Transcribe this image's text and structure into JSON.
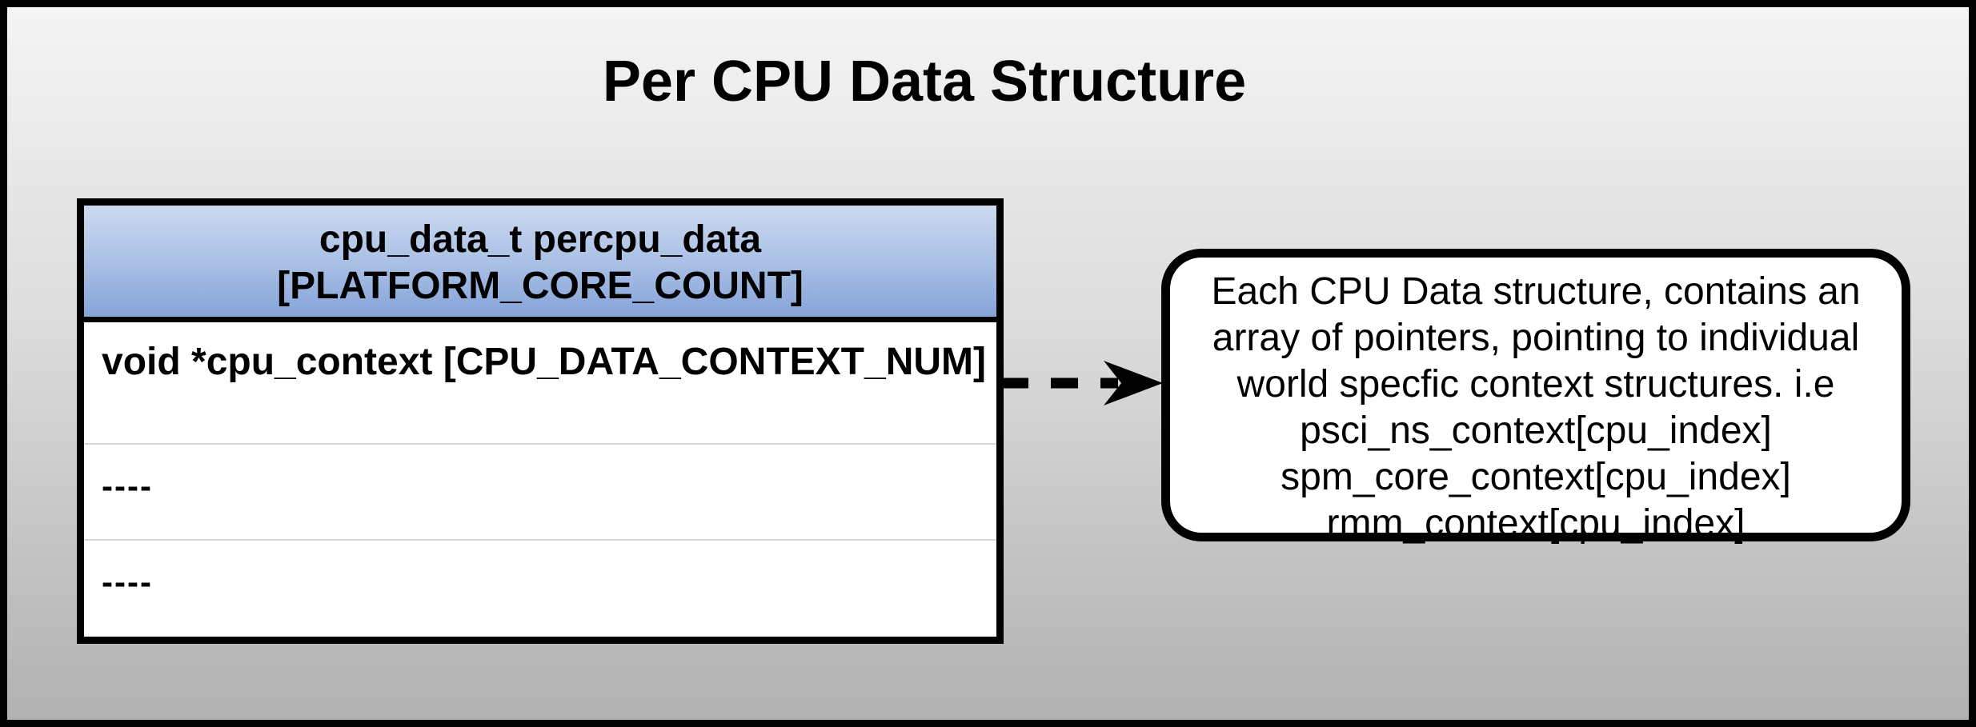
{
  "title": "Per CPU Data Structure",
  "table": {
    "header": {
      "line1": "cpu_data_t percpu_data",
      "line2": "[PLATFORM_CORE_COUNT]"
    },
    "rows": [
      {
        "label": "void *cpu_context [CPU_DATA_CONTEXT_NUM]"
      },
      {
        "label": "----"
      },
      {
        "label": "----"
      }
    ]
  },
  "note": {
    "lines": [
      "Each CPU Data structure, contains an",
      "array of pointers, pointing to individual",
      "world specfic context structures. i.e",
      "psci_ns_context[cpu_index]",
      "spm_core_context[cpu_index]",
      "rmm_context[cpu_index]"
    ]
  },
  "colors": {
    "frame_border": "#000000",
    "background_top": "#f4f4f4",
    "background_bottom": "#b1b1b1",
    "header_gradient_top": "#ccd9f0",
    "header_gradient_bottom": "#86a4d9",
    "row_divider": "#d8d8d8",
    "text": "#000000",
    "box_fill": "#ffffff"
  }
}
